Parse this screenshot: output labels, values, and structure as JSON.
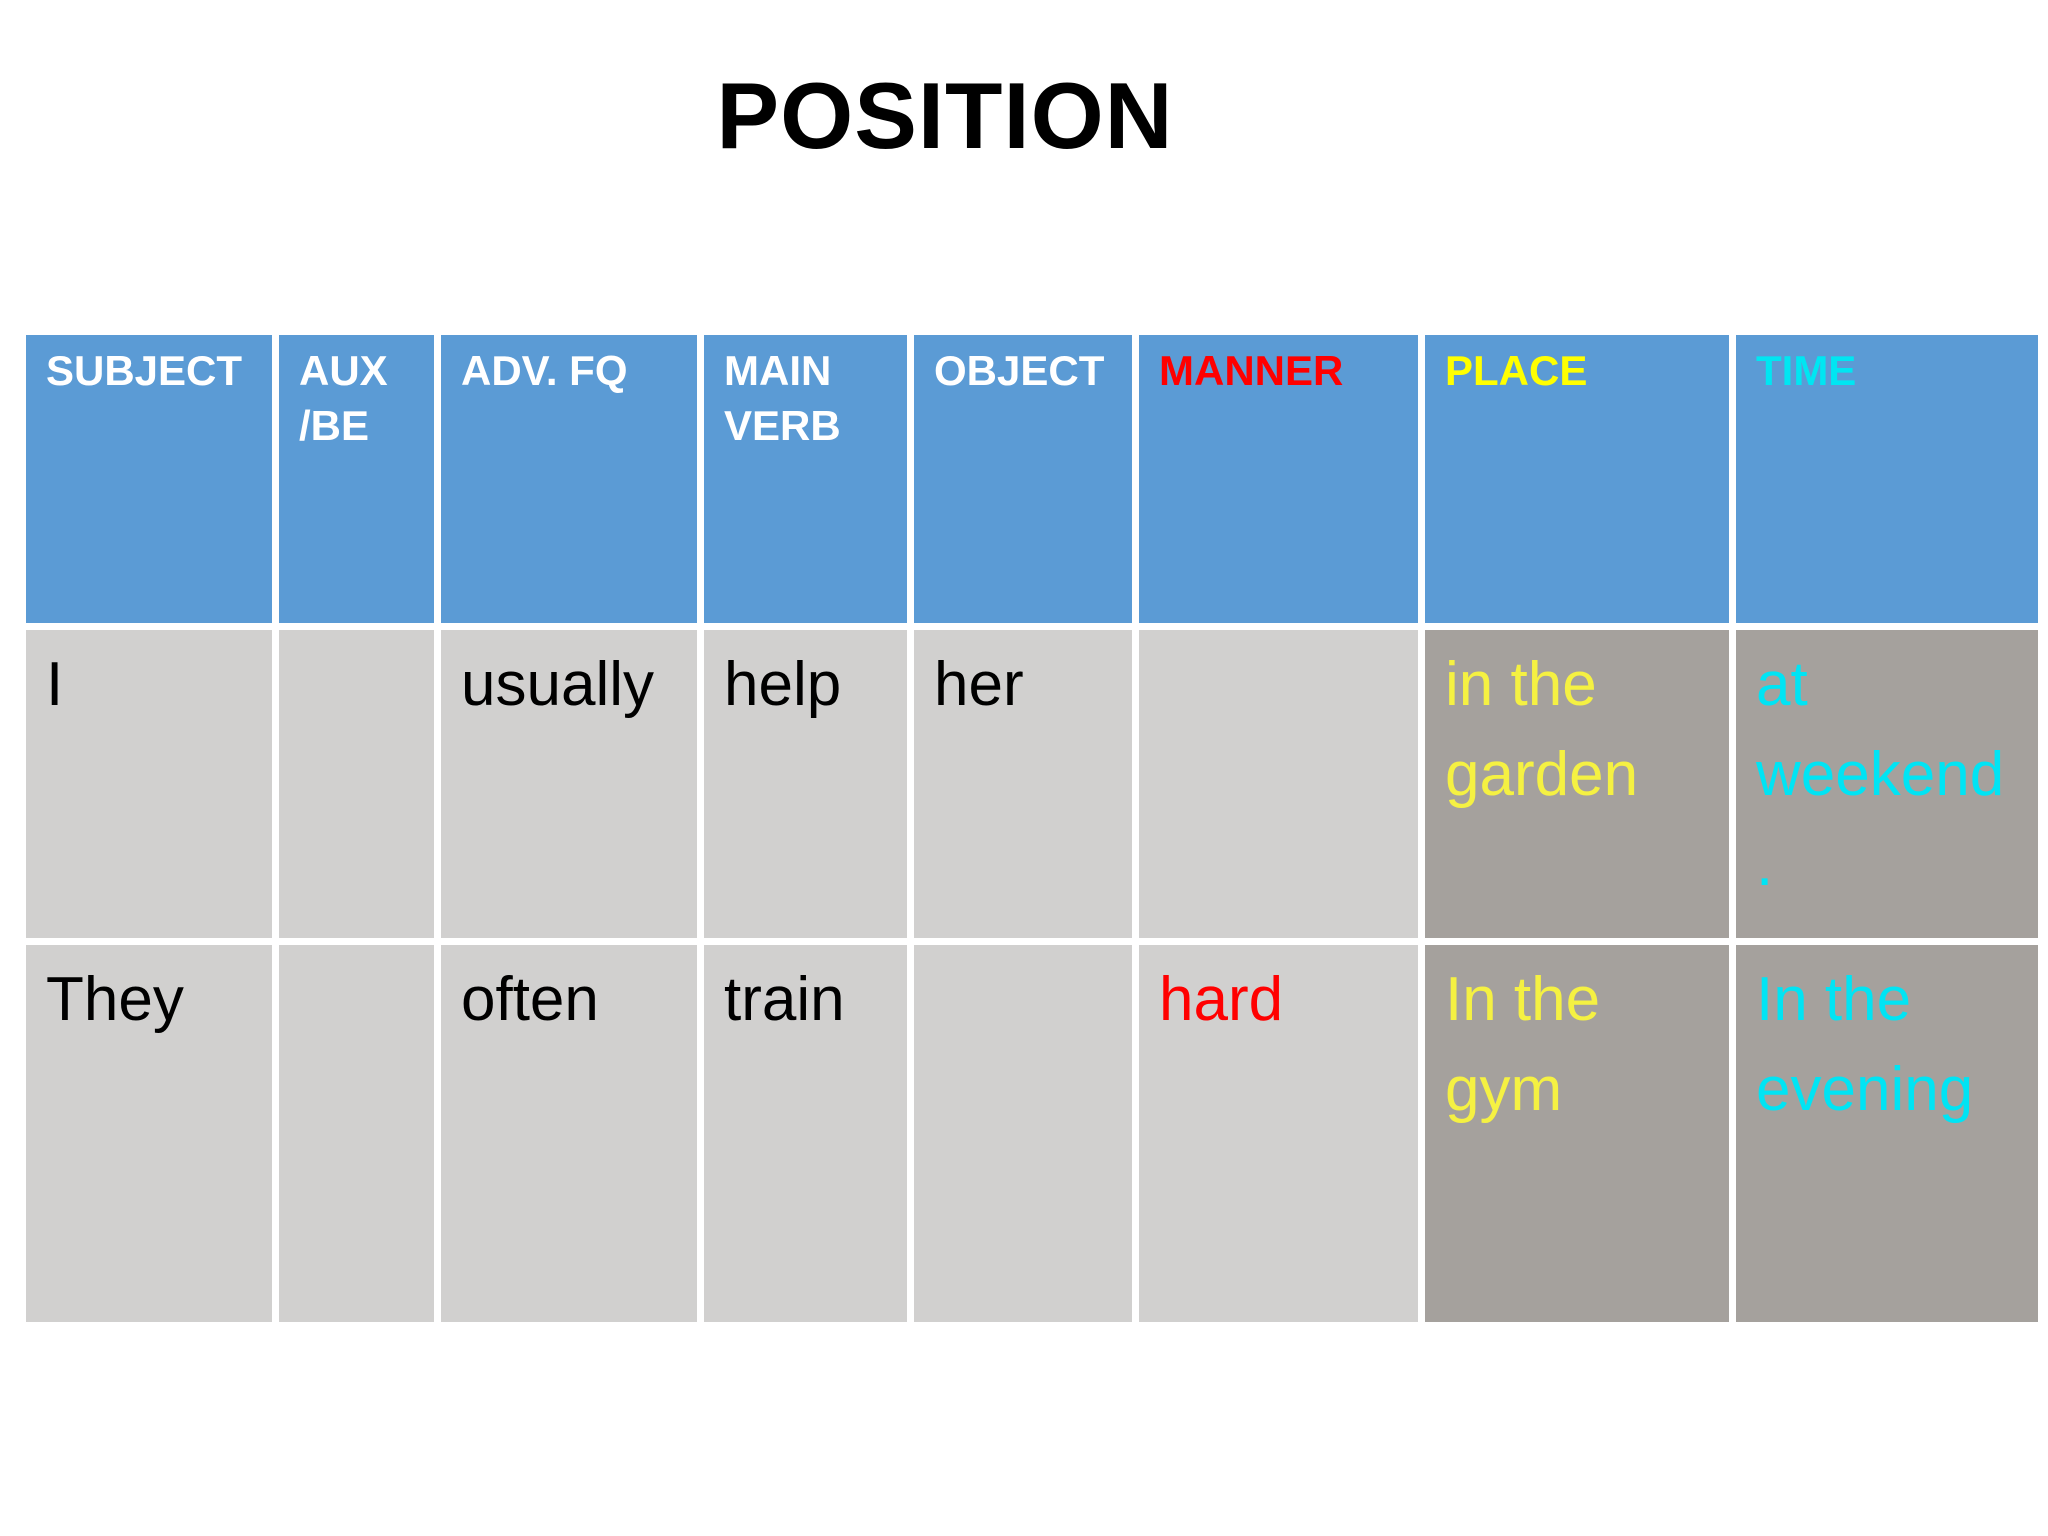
{
  "title": "POSITION",
  "colors": {
    "header_bg": "#5B9BD5",
    "cell_bg_light": "#D1D0CF",
    "cell_bg_dark": "#A5A19D",
    "header_text": "#FFFFFF",
    "red": "#FF0000",
    "yellow_header": "#FFFF00",
    "yellow_data": "#F5F142",
    "cyan_header": "#00E6F2",
    "cyan_data": "#00E4F4",
    "black": "#000000"
  },
  "table": {
    "columns": [
      {
        "key": "subject",
        "label": "SUBJECT",
        "color": "header_text"
      },
      {
        "key": "aux-be",
        "label": "AUX /BE",
        "color": "header_text"
      },
      {
        "key": "adv-fq",
        "label": "ADV. FQ",
        "color": "header_text"
      },
      {
        "key": "main-verb",
        "label": "MAIN VERB",
        "color": "header_text"
      },
      {
        "key": "object",
        "label": "OBJECT",
        "color": "header_text"
      },
      {
        "key": "manner",
        "label": "MANNER",
        "color": "red"
      },
      {
        "key": "place",
        "label": "PLACE",
        "color": "yellow_header"
      },
      {
        "key": "time",
        "label": "TIME",
        "color": "cyan_header"
      }
    ],
    "rows": [
      {
        "cells": [
          {
            "text": "I",
            "color": "black",
            "bg": "light"
          },
          {
            "text": "",
            "color": "black",
            "bg": "light"
          },
          {
            "text": "usually",
            "color": "black",
            "bg": "light"
          },
          {
            "text": "help",
            "color": "black",
            "bg": "light"
          },
          {
            "text": "her",
            "color": "black",
            "bg": "light"
          },
          {
            "text": "",
            "color": "black",
            "bg": "light"
          },
          {
            "text": "in the garden",
            "color": "yellow_data",
            "bg": "dark"
          },
          {
            "text": "at weekend .",
            "color": "cyan_data",
            "bg": "dark"
          }
        ]
      },
      {
        "cells": [
          {
            "text": "They",
            "color": "black",
            "bg": "light"
          },
          {
            "text": "",
            "color": "black",
            "bg": "light"
          },
          {
            "text": "often",
            "color": "black",
            "bg": "light"
          },
          {
            "text": "train",
            "color": "black",
            "bg": "light"
          },
          {
            "text": "",
            "color": "black",
            "bg": "light"
          },
          {
            "text": "hard",
            "color": "red",
            "bg": "light"
          },
          {
            "text": "In the gym",
            "color": "yellow_data",
            "bg": "dark"
          },
          {
            "text": "In the evening",
            "color": "cyan_data",
            "bg": "dark"
          }
        ]
      }
    ]
  }
}
